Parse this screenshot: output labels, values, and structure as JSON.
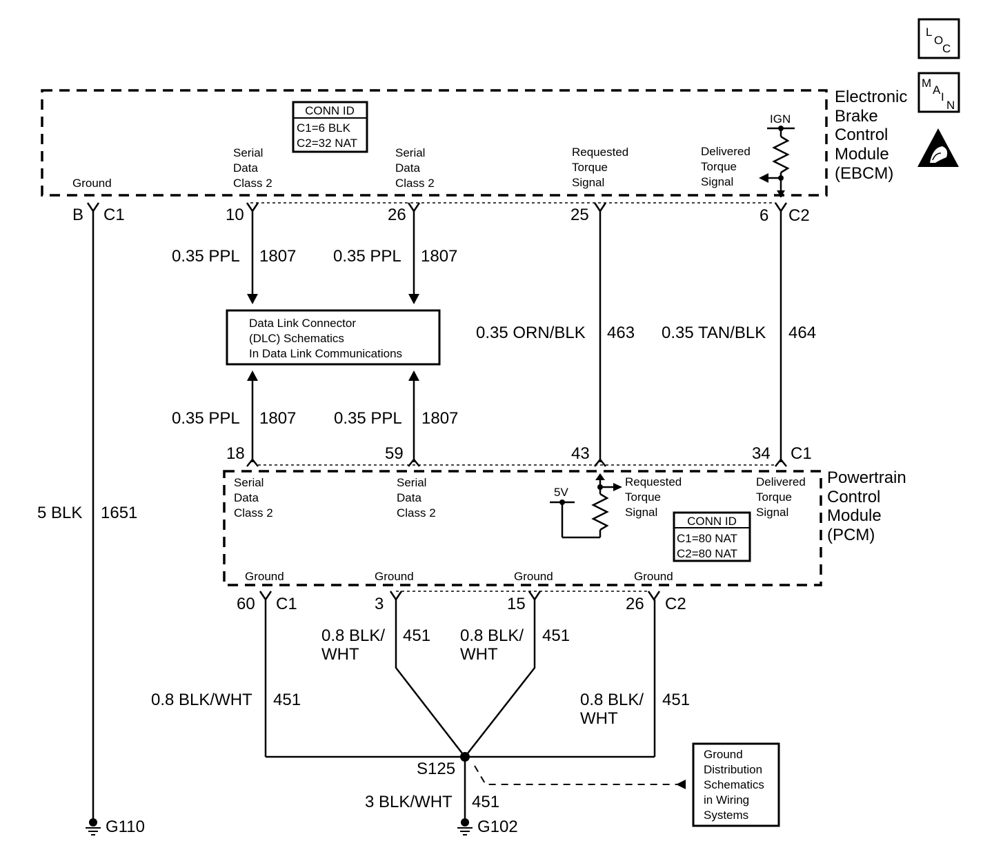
{
  "badges": {
    "loc": {
      "l": "L",
      "o": "O",
      "c": "C"
    },
    "main": {
      "m": "M",
      "a": "A",
      "i": "I",
      "n": "N"
    }
  },
  "ebcm": {
    "name_lines": [
      "Electronic",
      "Brake",
      "Control",
      "Module",
      "(EBCM)"
    ],
    "conn_id": {
      "title": "CONN ID",
      "rows": [
        "C1=6 BLK",
        "C2=32 NAT"
      ]
    },
    "ign_label": "IGN",
    "pins": {
      "ground": "Ground",
      "serial_a": [
        "Serial",
        "Data",
        "Class 2"
      ],
      "serial_b": [
        "Serial",
        "Data",
        "Class 2"
      ],
      "requested": [
        "Requested",
        "Torque",
        "Signal"
      ],
      "delivered": [
        "Delivered",
        "Torque",
        "Signal"
      ]
    },
    "connectors": {
      "b": "B",
      "c1": "C1",
      "p10": "10",
      "p26": "26",
      "p25": "25",
      "p6": "6",
      "c2": "C2"
    }
  },
  "pcm": {
    "name_lines": [
      "Powertrain",
      "Control",
      "Module",
      "(PCM)"
    ],
    "conn_id": {
      "title": "CONN ID",
      "rows": [
        "C1=80 NAT",
        "C2=80 NAT"
      ]
    },
    "v5_label": "5V",
    "pins": {
      "serial_a": [
        "Serial",
        "Data",
        "Class 2"
      ],
      "serial_b": [
        "Serial",
        "Data",
        "Class 2"
      ],
      "requested": [
        "Requested",
        "Torque",
        "Signal"
      ],
      "delivered": [
        "Delivered",
        "Torque",
        "Signal"
      ],
      "grounds": [
        "Ground",
        "Ground",
        "Ground",
        "Ground"
      ]
    },
    "connectors": {
      "p18": "18",
      "p59": "59",
      "p43": "43",
      "p34": "34",
      "c1_top": "C1",
      "p60": "60",
      "c1_bottom": "C1",
      "p3": "3",
      "p15": "15",
      "p26": "26",
      "c2": "C2"
    }
  },
  "dlc": {
    "lines": [
      "Data Link Connector",
      "(DLC) Schematics",
      "In Data Link Communications"
    ]
  },
  "ground_dist": {
    "lines": [
      "Ground",
      "Distribution",
      "Schematics",
      "in Wiring",
      "Systems"
    ]
  },
  "wires": {
    "ppl_1": {
      "gauge": "0.35 PPL",
      "circuit": "1807"
    },
    "ppl_2": {
      "gauge": "0.35 PPL",
      "circuit": "1807"
    },
    "ppl_3": {
      "gauge": "0.35 PPL",
      "circuit": "1807"
    },
    "ppl_4": {
      "gauge": "0.35 PPL",
      "circuit": "1807"
    },
    "orn": {
      "gauge": "0.35 ORN/BLK",
      "circuit": "463"
    },
    "tan": {
      "gauge": "0.35 TAN/BLK",
      "circuit": "464"
    },
    "blk5": {
      "gauge": "5 BLK",
      "circuit": "1651"
    },
    "bw_left": {
      "gauge": "0.8 BLK/WHT",
      "circuit": "451"
    },
    "bw_3": {
      "gauge_lines": [
        "0.8 BLK/",
        "WHT"
      ],
      "circuit": "451"
    },
    "bw_15": {
      "gauge_lines": [
        "0.8 BLK/",
        "WHT"
      ],
      "circuit": "451"
    },
    "bw_26": {
      "gauge_lines": [
        "0.8 BLK/",
        "WHT"
      ],
      "circuit": "451"
    },
    "bw_3mm": {
      "gauge": "3 BLK/WHT",
      "circuit": "451"
    }
  },
  "splice": "S125",
  "grounds": {
    "g110": "G110",
    "g102": "G102"
  }
}
